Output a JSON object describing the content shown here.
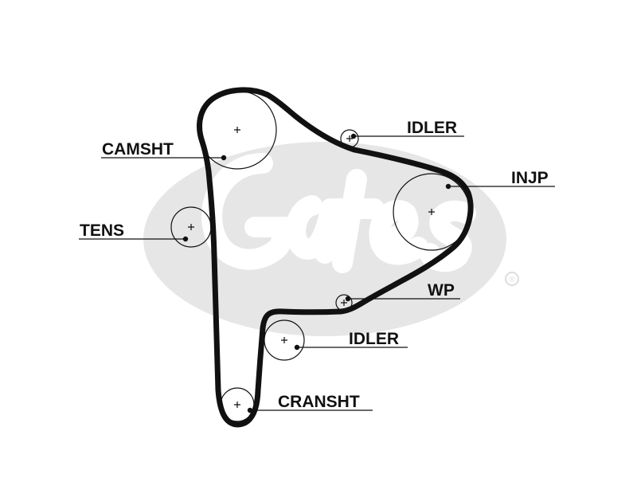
{
  "watermark": {
    "registered_mark": "®"
  },
  "colors": {
    "belt": "#111111",
    "watermark": "#e6e6e6",
    "background": "#ffffff"
  },
  "labels": {
    "camsht": "CAMSHT",
    "tens": "TENS",
    "idler_top": "IDLER",
    "injp": "INJP",
    "wp": "WP",
    "idler_bottom": "IDLER",
    "cransht": "CRANSHT"
  }
}
